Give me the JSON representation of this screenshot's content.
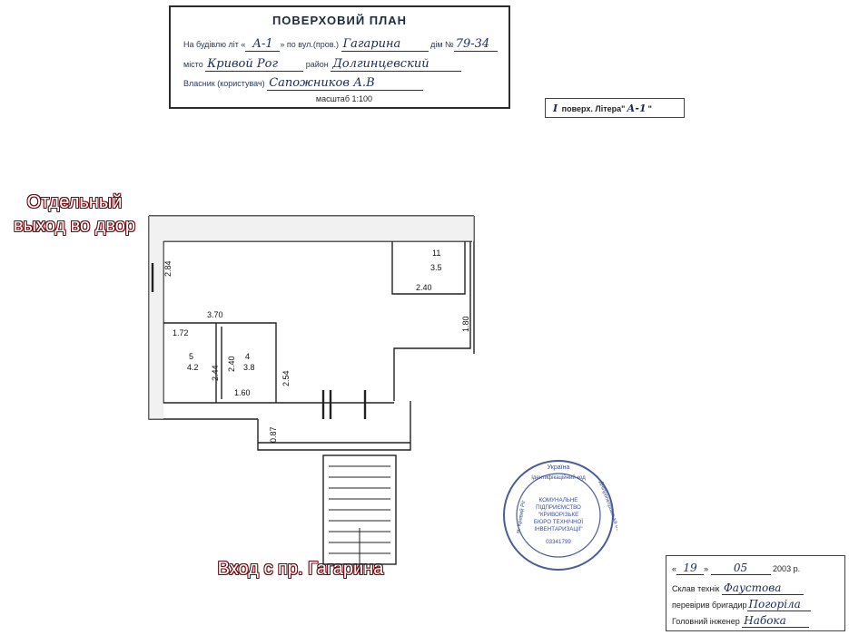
{
  "header": {
    "title": "ПОВЕРХОВИЙ ПЛАН",
    "building_label": "На будівлю літ «",
    "building_value": "А-1",
    "street_label": "» по вул.(пров.)",
    "street_value": "Гагарина",
    "house_label": "дім №",
    "house_value": "79-34",
    "city_label": "місто",
    "city_value": "Кривой Рог",
    "district_label": "район",
    "district_value": "Долгинцевский",
    "owner_label": "Власник (користувач)",
    "owner_value": "Сапожников А.В",
    "scale": "масштаб 1:100"
  },
  "floor_tag": {
    "floor_value": "I",
    "text": "поверх. Літера\"",
    "letter_value": "А-1"
  },
  "labels": {
    "yard_exit": "Отдельный выход во двор",
    "entrance": "Вход с пр. Гагарина"
  },
  "plan": {
    "rooms": [
      {
        "num": "11",
        "area": "3.5"
      },
      {
        "num": "5",
        "area": "4.2"
      },
      {
        "num": "4",
        "area": "3.8"
      }
    ],
    "dimensions": [
      "2.84",
      "3.70",
      "1.72",
      "2.44",
      "2.40",
      "1.60",
      "2.54",
      "2.40",
      "1.80",
      "0.87"
    ]
  },
  "seal": {
    "line1": "КОМУНАЛЬНЕ",
    "line2": "ПІДПРИЄМСТВО",
    "line3": "\"КРИВОРІЗЬКЕ",
    "line4": "БЮРО ТЕХНІЧНОЇ",
    "line5": "ІНВЕНТАРИЗАЦІЇ\"",
    "code": "03341799",
    "ring_top": "Україна",
    "ring_left": "м. Кривий Ріг",
    "ring_right": "Дніпропетровська обл.",
    "ring_inner": "Ідентифікаційний код"
  },
  "signatures": {
    "day": "19",
    "month": "05",
    "year": "2003 р.",
    "tech_label": "Склав технік",
    "tech_value": "Фаустова",
    "brigadier_label": "перевірив бригадир",
    "brigadier_value": "Погоріла",
    "engineer_label": "Головний інженер",
    "engineer_value": "Набока"
  }
}
